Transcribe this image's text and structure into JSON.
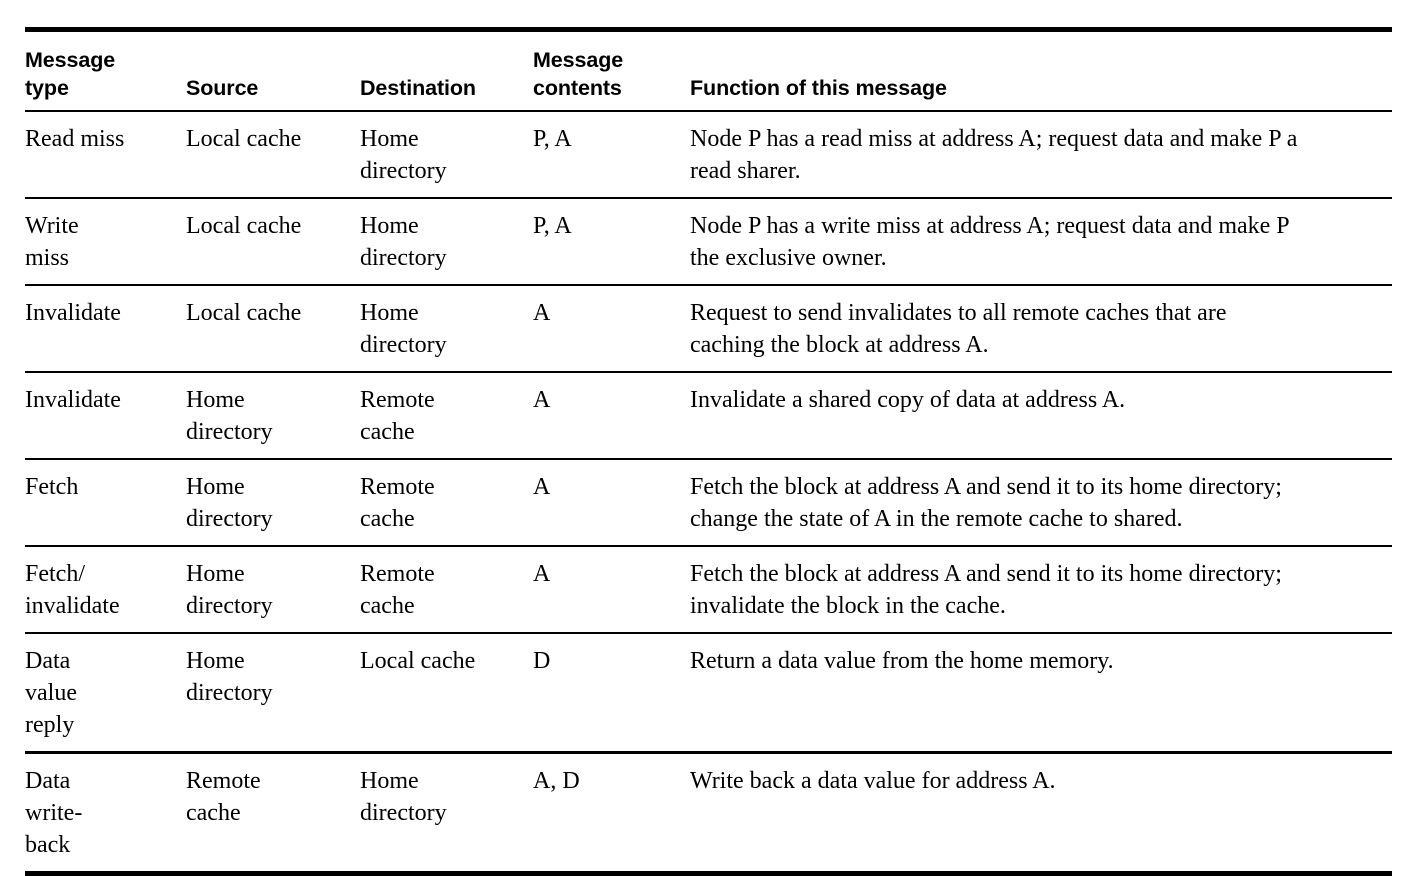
{
  "table": {
    "columns": [
      {
        "id": "message-type",
        "label": "Message\ntype"
      },
      {
        "id": "source",
        "label": "Source"
      },
      {
        "id": "destination",
        "label": "Destination"
      },
      {
        "id": "message-contents",
        "label": "Message\ncontents"
      },
      {
        "id": "function",
        "label": "Function of this message"
      }
    ],
    "rows": [
      {
        "message_type": "Read miss",
        "source": "Local cache",
        "destination": "Home\ndirectory",
        "message_contents": "P, A",
        "function": "Node P has a read miss at address A; request data and make P a\nread sharer."
      },
      {
        "message_type": "Write\nmiss",
        "source": "Local cache",
        "destination": "Home\ndirectory",
        "message_contents": "P, A",
        "function": "Node P has a write miss at address A; request data and make P\nthe exclusive owner."
      },
      {
        "message_type": "Invalidate",
        "source": "Local cache",
        "destination": "Home\ndirectory",
        "message_contents": "A",
        "function": "Request to send invalidates to all remote caches that are\ncaching the block at address A."
      },
      {
        "message_type": "Invalidate",
        "source": "Home\ndirectory",
        "destination": "Remote\ncache",
        "message_contents": "A",
        "function": "Invalidate a shared copy of data at address A."
      },
      {
        "message_type": "Fetch",
        "source": "Home\ndirectory",
        "destination": "Remote\ncache",
        "message_contents": "A",
        "function": "Fetch the block at address A and send it to its home directory;\nchange the state of A in the remote cache to shared."
      },
      {
        "message_type": "Fetch/\ninvalidate",
        "source": "Home\ndirectory",
        "destination": "Remote\ncache",
        "message_contents": "A",
        "function": "Fetch the block at address A and send it to its home directory;\ninvalidate the block in the cache."
      },
      {
        "message_type": "Data\nvalue\nreply",
        "source": "Home\ndirectory",
        "destination": "Local cache",
        "message_contents": "D",
        "function": "Return a data value from the home memory."
      },
      {
        "message_type": "Data\nwrite-\nback",
        "source": "Remote\ncache",
        "destination": "Home\ndirectory",
        "message_contents": "A, D",
        "function": "Write back a data value for address A."
      }
    ]
  }
}
